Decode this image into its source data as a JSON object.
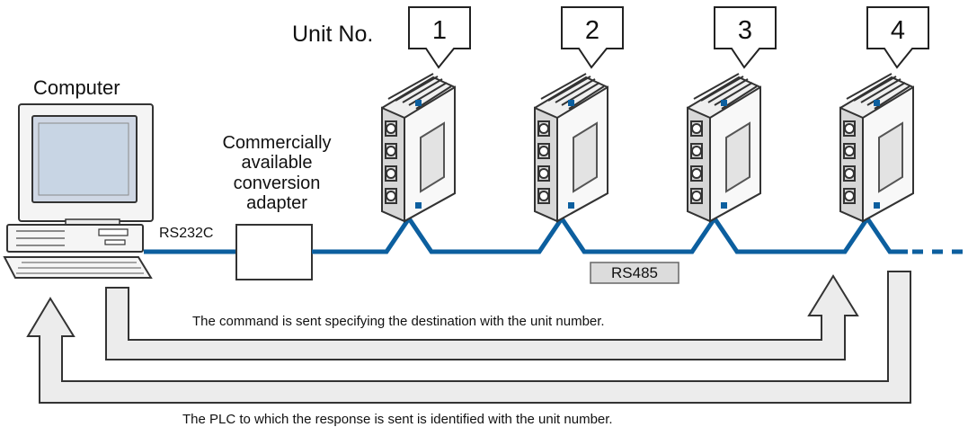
{
  "diagram": {
    "unit_no_label": "Unit No.",
    "computer_label": "Computer",
    "adapter_label_lines": [
      "Commercially",
      "available",
      "conversion",
      "adapter"
    ],
    "rs232c_label": "RS232C",
    "rs485_label": "RS485",
    "command_text": "The command is sent specifying the destination with the unit number.",
    "response_text": "The PLC to which the response is sent is identified with the unit number.",
    "units": [
      "1",
      "2",
      "3",
      "4"
    ],
    "colors": {
      "bus": "#0c5f9f",
      "device_shell": "#f7f7f7",
      "device_side": "#d8d8d8",
      "device_dark": "#2f2f2f",
      "computer_screen": "#c9d5e5",
      "arrow_fill": "#ececec",
      "outline": "#333333"
    }
  }
}
